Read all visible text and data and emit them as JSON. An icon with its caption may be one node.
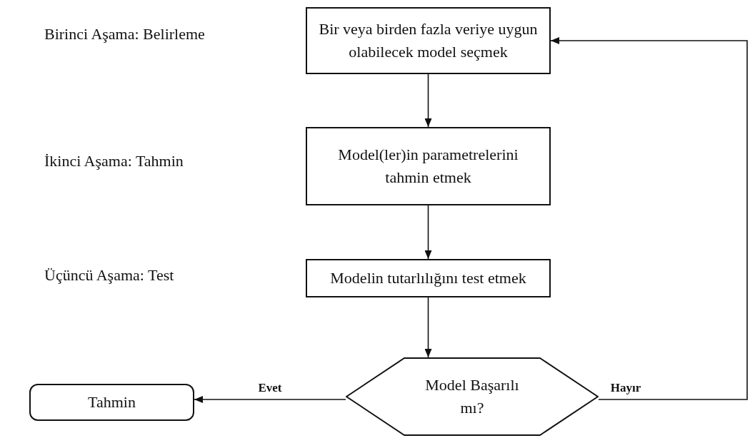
{
  "diagram": {
    "nodes": [
      {
        "text": [
          "Bir veya birden fazla veriye uygun olabilecek model seçmek"
        ]
      },
      {
        "text": [
          "Model(ler)in parametrelerini tahmin etmek"
        ]
      },
      {
        "text": [
          "Modelin tutarlılığını test etmek"
        ]
      },
      {
        "text": [
          "Model Başarılı mı?"
        ]
      },
      {
        "text": [
          "Tahmin"
        ]
      }
    ],
    "edges": [
      {
        "from": 0,
        "to": 1,
        "arrow": "to"
      },
      {
        "from": 1,
        "to": 2,
        "arrow": "to"
      },
      {
        "from": 2,
        "to": 3,
        "arrow": "to"
      },
      {
        "from": 3,
        "to": 4,
        "arrow": "to",
        "label": "Evet"
      },
      {
        "from": 3,
        "to": 0,
        "arrow": "to",
        "label": "Hayır"
      }
    ],
    "labels": [
      "Birinci Aşama: Belirleme",
      "İkinci Aşama: Tahmin",
      "Üçüncü Aşama: Test"
    ]
  }
}
